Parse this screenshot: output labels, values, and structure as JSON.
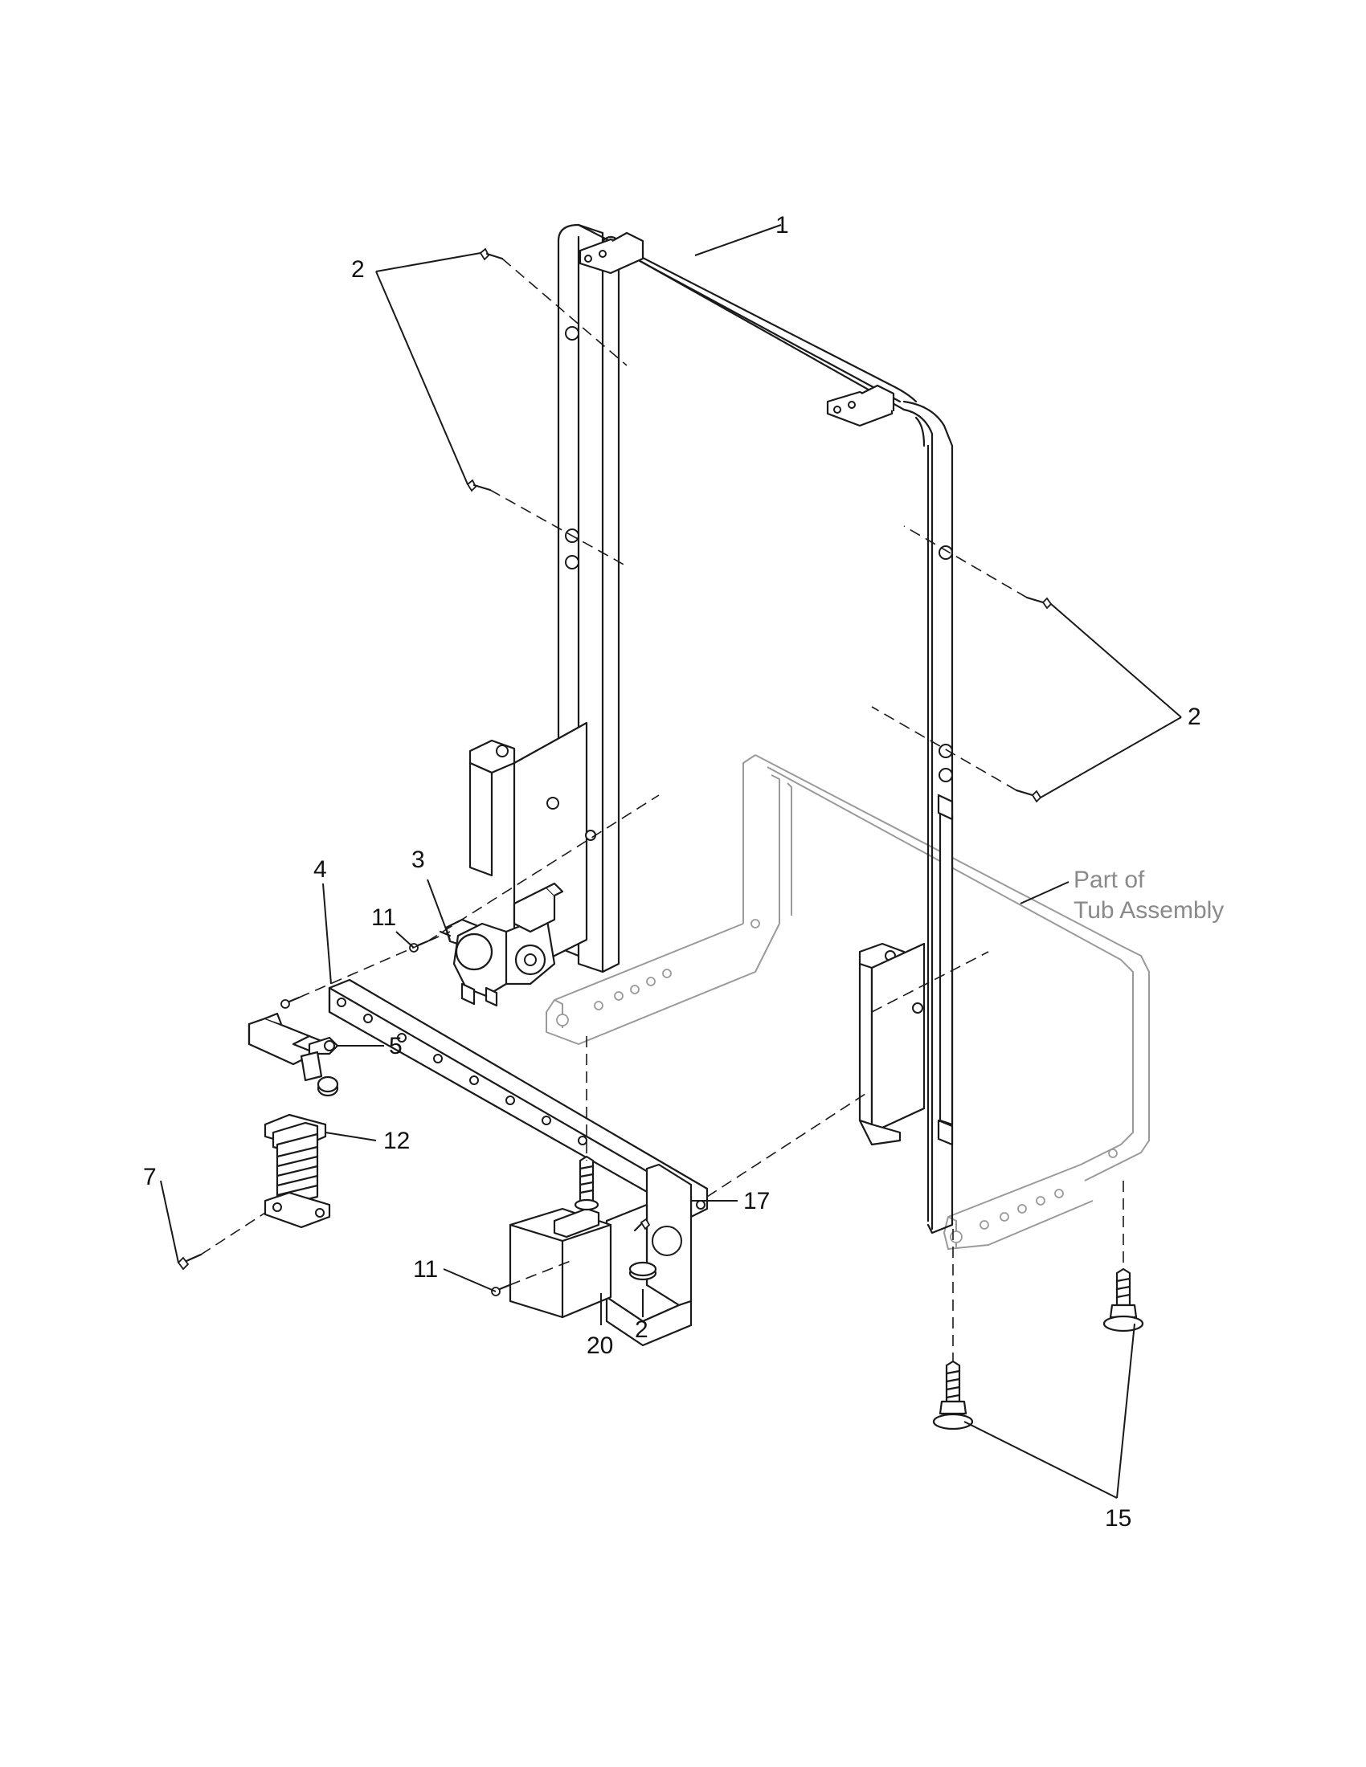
{
  "callouts": {
    "c1": "1",
    "c2_top": "2",
    "c2_right": "2",
    "c2_bottom": "2",
    "c3": "3",
    "c4": "4",
    "c5": "5",
    "c7": "7",
    "c11_upper": "11",
    "c11_lower": "11",
    "c12": "12",
    "c15": "15",
    "c17": "17",
    "c20": "20"
  },
  "note": {
    "line1": "Part of",
    "line2": "Tub Assembly"
  },
  "colors": {
    "line": "#1a1a1a",
    "ghost": "#9a9a9a",
    "note_text": "#8a8a8a"
  }
}
